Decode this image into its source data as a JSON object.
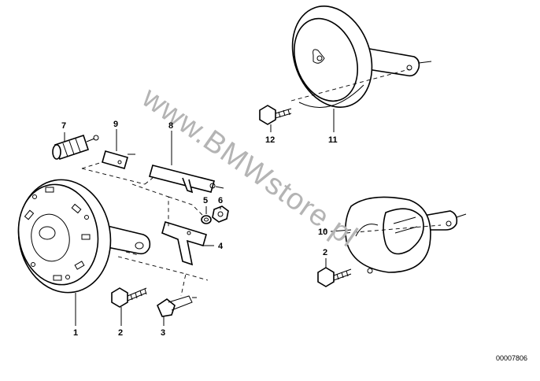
{
  "watermark": "www.BMWstore.pl",
  "diagram_code": "00007806",
  "callouts": {
    "c1": "1",
    "c2a": "2",
    "c3": "3",
    "c4": "4",
    "c5": "5",
    "c6": "6",
    "c7": "7",
    "c8": "8",
    "c9": "9",
    "c10": "10",
    "c2b": "2",
    "c11": "11",
    "c12": "12"
  }
}
